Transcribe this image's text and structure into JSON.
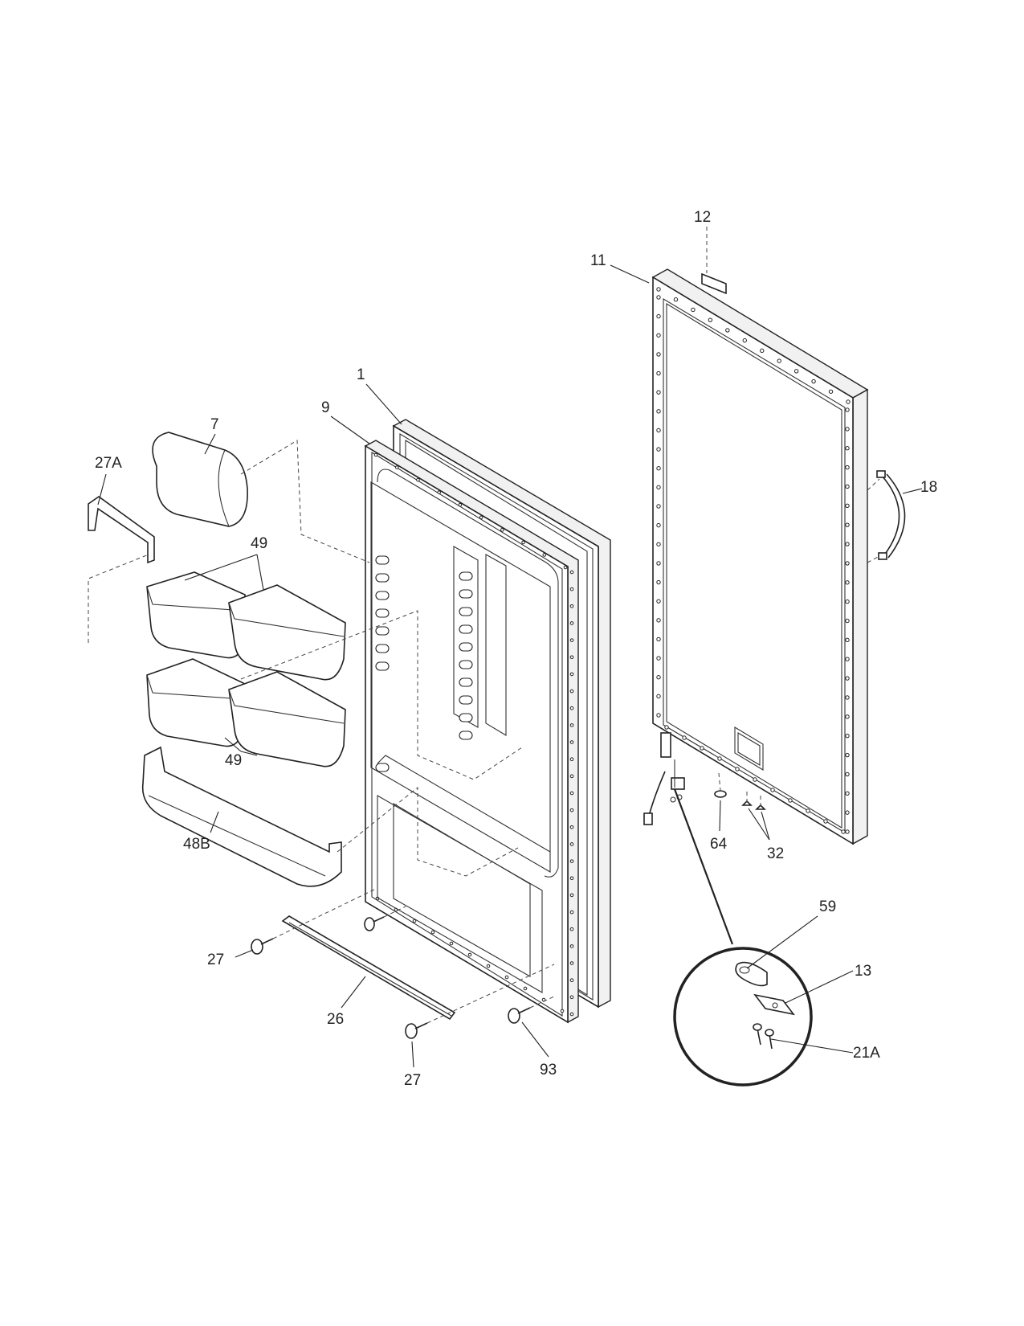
{
  "diagram": {
    "labels": {
      "l_1": "1",
      "l_7": "7",
      "l_9": "9",
      "l_11": "11",
      "l_12": "12",
      "l_13": "13",
      "l_18": "18",
      "l_21A": "21A",
      "l_26": "26",
      "l_27a": "27",
      "l_27b": "27",
      "l_27A": "27A",
      "l_32": "32",
      "l_48B": "48B",
      "l_49a": "49",
      "l_49b": "49",
      "l_59": "59",
      "l_64": "64",
      "l_93": "93"
    }
  }
}
